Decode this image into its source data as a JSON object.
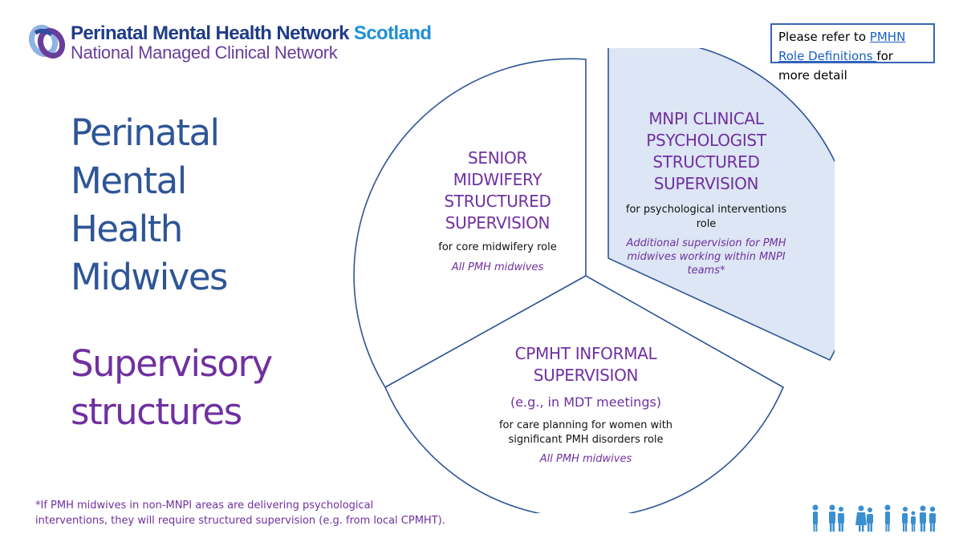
{
  "logo": {
    "title_main": "Perinatal Mental Health Network",
    "title_accent": "Scotland",
    "subtitle": "National Managed Clinical Network"
  },
  "refer_box": {
    "prefix": "Please refer to ",
    "link_text": "PMHN Role Definitions ",
    "suffix": "for more detail"
  },
  "title": {
    "lines": [
      "Perinatal",
      "Mental",
      "Health",
      "Midwives"
    ]
  },
  "subtitle": {
    "lines": [
      "Supervisory",
      "structures"
    ]
  },
  "segments": {
    "senior": {
      "title_lines": [
        "SENIOR",
        "MIDWIFERY",
        "STRUCTURED",
        "SUPERVISION"
      ],
      "description": "for core midwifery role",
      "note": "All PMH midwives"
    },
    "mnpi": {
      "title_lines": [
        "MNPI CLINICAL",
        "PSYCHOLOGIST",
        "STRUCTURED",
        "SUPERVISION"
      ],
      "description_lines": [
        "for psychological interventions",
        "role"
      ],
      "note_lines": [
        "Additional supervision for PMH",
        "midwives working within MNPI",
        "teams*"
      ]
    },
    "cpmht": {
      "title_lines": [
        "CPMHT INFORMAL",
        "SUPERVISION"
      ],
      "example": "(e.g., in MDT meetings)",
      "description_lines": [
        "for care planning for women with",
        "significant PMH disorders role"
      ],
      "note": "All PMH midwives"
    }
  },
  "footnote": {
    "lines": [
      "*If PMH midwives in non-MNPI areas are delivering psychological",
      "interventions, they will require structured supervision (e.g. from local CPMHT)."
    ]
  },
  "colors": {
    "outline": "#2e5596",
    "highlight_fill": "#dce6f4",
    "purple_text": "#7030a0",
    "title_blue": "#2e5596",
    "people_icons": "#3a8fd0"
  },
  "icons": {
    "logo": "ribbon-logo-icon",
    "people": "people-figures-icon"
  }
}
